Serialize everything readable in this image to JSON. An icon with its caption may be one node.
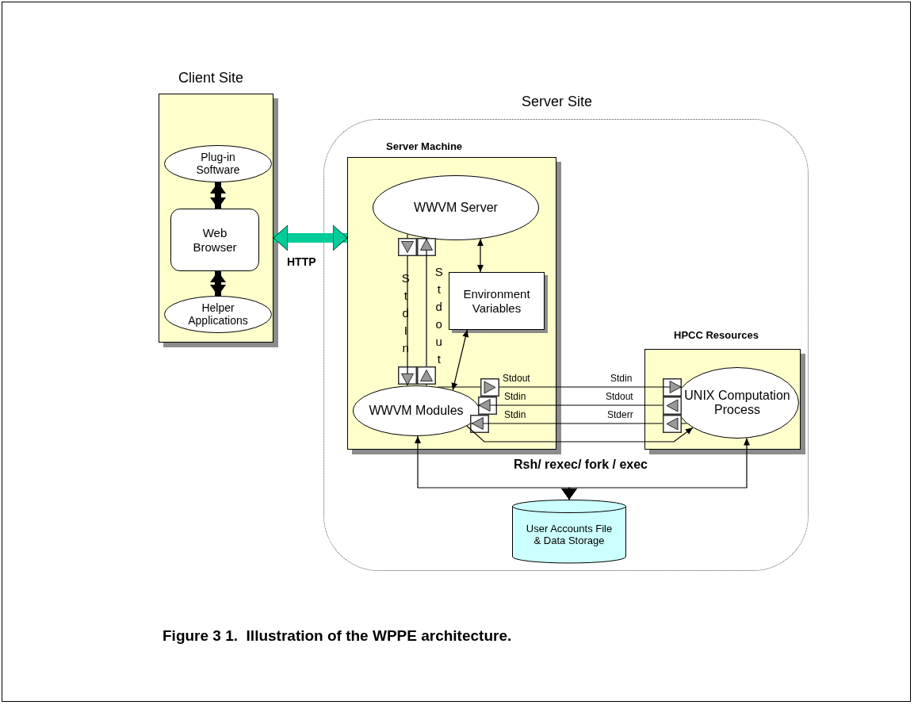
{
  "diagram": {
    "caption": "Figure 3 1.  Illustration of the WPPE architecture.",
    "nodes": [
      {
        "text": [
          "Client Site"
        ]
      },
      {
        "text": [
          "Plug-in Software"
        ],
        "in": 0
      },
      {
        "text": [
          "Web Browser"
        ],
        "in": 0
      },
      {
        "text": [
          "Helper Applications"
        ],
        "in": 0
      },
      {
        "text": [
          "Server Site"
        ]
      },
      {
        "text": [
          "Server Machine"
        ],
        "in": 4
      },
      {
        "text": [
          "WWVM Server"
        ],
        "in": 5
      },
      {
        "text": [
          "Environment Variables"
        ],
        "in": 5
      },
      {
        "text": [
          "WWVM Modules"
        ],
        "in": 5
      },
      {
        "text": [
          "HPCC Resources"
        ],
        "in": 4
      },
      {
        "text": [
          "UNIX Computation Process"
        ],
        "in": 9
      },
      {
        "text": [
          "User Accounts File & Data Storage"
        ],
        "in": 4
      }
    ],
    "edges": [
      {
        "from": 1,
        "to": 2,
        "arrow": "both",
        "style": "thick"
      },
      {
        "from": 2,
        "to": 3,
        "arrow": "both",
        "style": "thick"
      },
      {
        "from": 0,
        "to": 5,
        "arrow": "both",
        "style": "thick",
        "color": "#00cc99",
        "label": "HTTP"
      },
      {
        "from": 6,
        "to": 8,
        "arrow": "to",
        "label": "StdIn"
      },
      {
        "from": 8,
        "to": 6,
        "arrow": "to",
        "label": "Stdout"
      },
      {
        "from": 6,
        "to": 7,
        "arrow": "both"
      },
      {
        "from": 7,
        "to": 8,
        "arrow": "both"
      },
      {
        "from": 8,
        "to": 10,
        "arrow": "to",
        "label": "Stdout"
      },
      {
        "from": 10,
        "to": 8,
        "arrow": "to",
        "label": "Stdin"
      },
      {
        "from": 10,
        "to": 8,
        "arrow": "to",
        "label": "Stdin"
      },
      {
        "from": 8,
        "to": 10,
        "arrow": "to"
      },
      {
        "from": 11,
        "to": 8,
        "arrow": "both"
      },
      {
        "from": 11,
        "to": 10,
        "arrow": "both"
      }
    ],
    "labels": [
      "Stdin",
      "Stdout",
      "Stderr",
      "Rsh/ rexec/ fork / exec"
    ]
  }
}
